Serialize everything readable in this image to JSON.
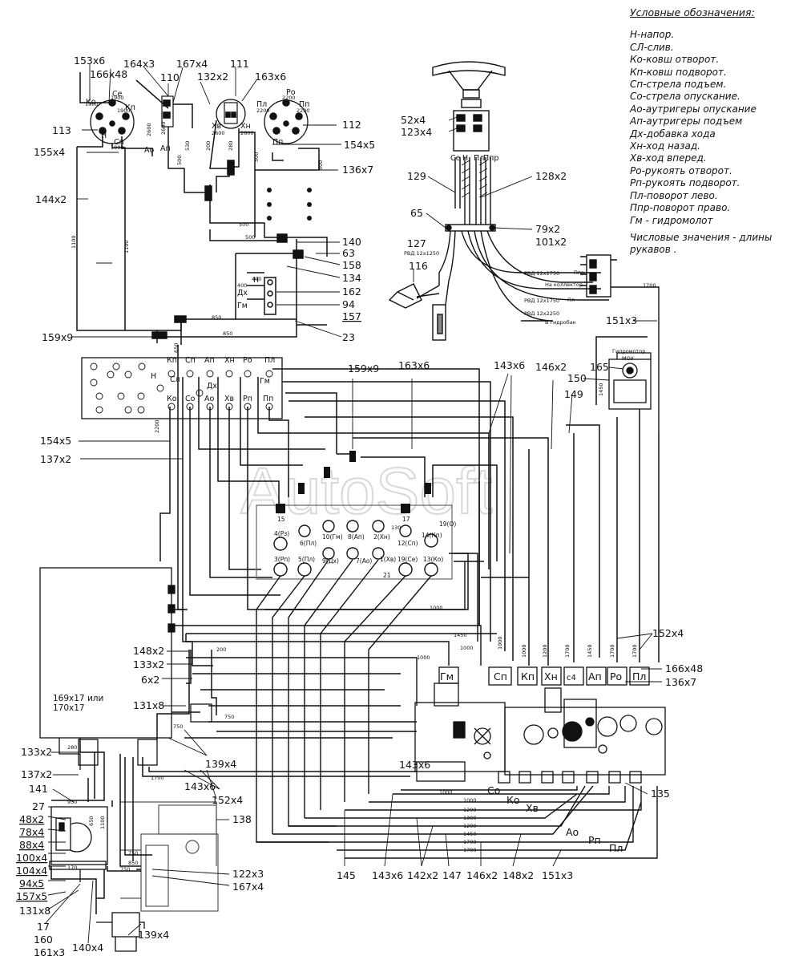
{
  "legend": {
    "title": "Условные обозначения:",
    "items": [
      "Н-напор.",
      "СЛ-слив.",
      "Ко-ковш отворот.",
      "Кп-ковш подворот.",
      "Сп-стрела подъем.",
      "Со-стрела опускание.",
      "Ао-аутригеры опускание",
      "Ап-аутригеры подъем",
      "Дх-добавка хода",
      "Хн-ход назад.",
      "Хв-ход вперед.",
      "Ро-рукоять отворот.",
      "Рп-рукоять подворот.",
      "Пл-поворот лево.",
      "Ппр-поворот право.",
      "Гм - гидромолот"
    ],
    "note": "Числовые значения - длины рукавов ."
  },
  "watermark": "AutoSoft",
  "callouts": {
    "c153x6": "153x6",
    "c166x48_top": "166x48",
    "c164x3": "164x3",
    "c167x4_top": "167x4",
    "c110": "110",
    "c132x2": "132x2",
    "c111": "111",
    "c163x6_top": "163x6",
    "c113": "113",
    "c112": "112",
    "c155x4": "155x4",
    "c154x5_top": "154x5",
    "c136x7_top": "136x7",
    "c144x2": "144x2",
    "c140": "140",
    "c63": "63",
    "c158": "158",
    "c134": "134",
    "c162": "162",
    "c94": "94",
    "c157": "157",
    "c23": "23",
    "c159x9_left": "159x9",
    "c52x4": "52x4",
    "c123x4": "123x4",
    "c129": "129",
    "c128x2": "128x2",
    "c65": "65",
    "c79x2": "79x2",
    "c101x2": "101x2",
    "c127": "127",
    "c116": "116",
    "c151x3_top": "151x3",
    "c165": "165",
    "c150": "150",
    "c149": "149",
    "c159x9_mid": "159x9",
    "c163x6_mid": "163x6",
    "c143x6_top": "143x6",
    "c146x2_top": "146x2",
    "c154x5_mid": "154x5",
    "c137x2_mid": "137x2",
    "c152x4_right": "152x4",
    "c166x48_right": "166x48",
    "c136x7_right": "136x7",
    "c148x2_left": "148x2",
    "c133x2_left": "133x2",
    "c6x2": "6x2",
    "c131x8_left": "131x8",
    "c169x17": "169x17 или",
    "c170x17": "170x17",
    "c133x2_low": "133x2",
    "c139x4_mid": "139x4",
    "c137x2_low": "137x2",
    "c143x6_low": "143x6",
    "c152x4_low": "152x4",
    "c141": "141",
    "c138": "138",
    "c27": "27",
    "c48x2": "48x2",
    "c78x4": "78x4",
    "c88x4": "88x4",
    "c100x4": "100x4",
    "c104x4": "104x4",
    "c94x5": "94x5",
    "c157x5": "157x5",
    "c131x8_low": "131x8",
    "c122x3": "122x3",
    "c167x4_low": "167x4",
    "c17": "17",
    "c160": "160",
    "c161x3": "161x3",
    "c140x4": "140x4",
    "c139x4_low": "139x4",
    "c143x6_mid2": "143x6",
    "c135": "135",
    "b145": "145",
    "b143x6": "143x6",
    "b142x2": "142x2",
    "b147": "147",
    "b146x2": "146x2",
    "b148x2": "148x2",
    "b151x3": "151x3"
  },
  "port_labels": {
    "Ko": "Ко",
    "Kp": "Кп",
    "Sp": "Сп",
    "So": "Со",
    "Ap": "Ап",
    "Ao": "Ао",
    "Hn": "Хн",
    "Hv": "Хв",
    "Ro": "Ро",
    "Rp": "Рп",
    "Pl": "Пл",
    "Ppr": "Ппр",
    "Pn": "Пп",
    "N": "Н",
    "Sl": "Сл",
    "Dh": "Дх",
    "Gm": "Гм",
    "Se": "Се",
    "c4": "с4"
  },
  "block_labels": {
    "gm": "Гм",
    "sp": "Сп",
    "kp": "Кп",
    "hn": "Хн",
    "c4": "с4",
    "ap": "Ап",
    "ro": "Ро",
    "pl": "Пл",
    "so": "Со",
    "ko": "Ко",
    "hv": "Хв",
    "ao": "Ао",
    "rp": "Рп",
    "pl2": "Пл"
  },
  "pilot_ports": {
    "p4": "4(Рз)",
    "p6": "6(Пл)",
    "p10": "10(Гм)",
    "p8": "8(Ап)",
    "p2": "2(Хн)",
    "p12": "12(Сп)",
    "p14": "14(Кп)",
    "p3": "3(Рп)",
    "p5": "5(Пл)",
    "p9": "9(Дх)",
    "p7": "7(Ао)",
    "p1": "1(Хв)",
    "p19": "19(Се)",
    "p13": "13(Ко)",
    "p19o": "19(О)",
    "p15": "15",
    "p17": "17",
    "p21": "21"
  },
  "hose_specs": {
    "rvd1": "РВД 12х1750",
    "rvd2": "РВД 12х1750",
    "rvd3": "РВД 12х2250",
    "na_koll": "На коллектор",
    "v_gidrobak": "В гидробак",
    "rvd_top": "РВД 12х1250",
    "ppr_small": "Ппр",
    "pl_small": "Пл"
  },
  "motor_label": "Гидромотор",
  "motor_sub": "МОУ",
  "lengths": {
    "l1900a": "1900",
    "l1900b": "1900",
    "l1900c": "1900",
    "l1900d": "1900",
    "l2200a": "2200",
    "l2200b": "2200",
    "l2200c": "2200",
    "l2600a": "2600",
    "l2600b": "2600",
    "l2600c": "2600",
    "l2600d": "2600",
    "l500a": "500",
    "l500b": "500",
    "l500c": "500",
    "l500d": "500",
    "l500e": "500",
    "l530": "530",
    "l400a": "400",
    "l400b": "400",
    "l850a": "850",
    "l850b": "850",
    "l1100a": "1100",
    "l1100b": "1100",
    "l650a": "650",
    "l2200v": "2200",
    "l1700a": "1700",
    "l1450a": "1450",
    "l1000a": "1000",
    "l1000b": "1000",
    "l1000c": "1000",
    "l1450b": "1450",
    "l1200a": "1200",
    "l1700b": "1700",
    "l1450c": "1450",
    "l1700c": "1700",
    "l1700d": "1700",
    "l200": "200",
    "l750a": "750",
    "l750b": "750",
    "l750c": "750",
    "l950": "950",
    "l650b": "650",
    "l850c": "850",
    "l280": "280",
    "l1700e": "1700",
    "l170": "170",
    "l1000d": "1000",
    "l1000e": "1000",
    "l1100c": "1100",
    "l1200b": "1200",
    "l1300": "1300",
    "l1200c": "1200",
    "l1450d": "1450",
    "l1700f": "1700",
    "l1700g": "1700",
    "l280b": "280",
    "l1000f": "1000",
    "l130": "130",
    "l50": "50"
  }
}
